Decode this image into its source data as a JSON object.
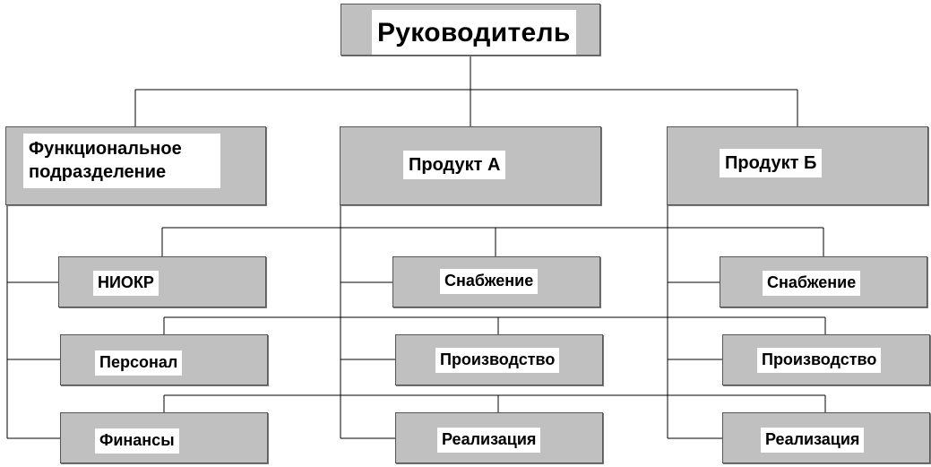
{
  "head": {
    "label": "Руководитель"
  },
  "columns": [
    {
      "label": "Функциональное подразделение"
    },
    {
      "label": "Продукт А"
    },
    {
      "label": "Продукт Б"
    }
  ],
  "functions": [
    {
      "label": "НИОКР"
    },
    {
      "label": "Персонал"
    },
    {
      "label": "Финансы"
    }
  ],
  "product_a": [
    {
      "label": "Снабжение"
    },
    {
      "label": "Производство"
    },
    {
      "label": "Реализация"
    }
  ],
  "product_b": [
    {
      "label": "Снабжение"
    },
    {
      "label": "Производство"
    },
    {
      "label": "Реализация"
    }
  ],
  "colors": {
    "box_fill": "#c0c0c0",
    "box_border": "#555555",
    "label_bg": "#ffffff",
    "line": "#000000"
  }
}
